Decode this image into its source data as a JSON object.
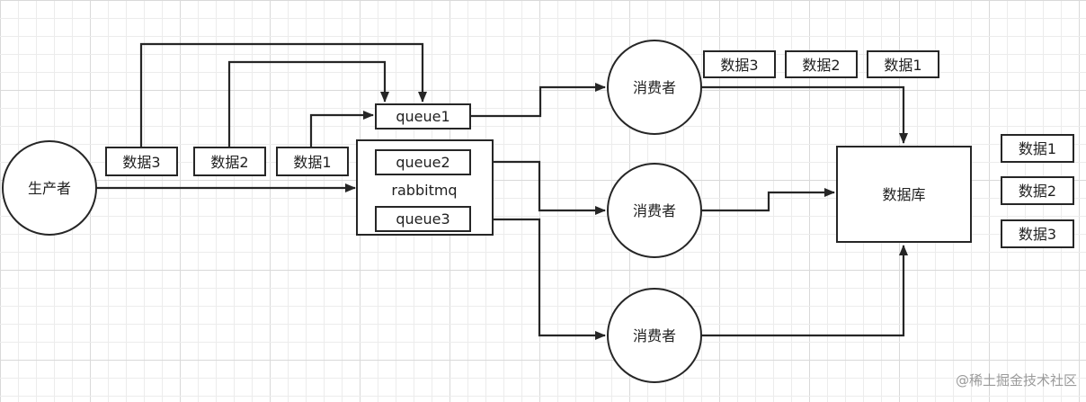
{
  "producer": {
    "label": "生产者"
  },
  "broker": {
    "label": "rabbitmq"
  },
  "queues": [
    {
      "label": "queue1"
    },
    {
      "label": "queue2"
    },
    {
      "label": "queue3"
    }
  ],
  "producer_messages": [
    {
      "label": "数据3"
    },
    {
      "label": "数据2"
    },
    {
      "label": "数据1"
    }
  ],
  "consumers": [
    {
      "label": "消费者"
    },
    {
      "label": "消费者"
    },
    {
      "label": "消费者"
    }
  ],
  "consumer_messages": [
    {
      "label": "数据3"
    },
    {
      "label": "数据2"
    },
    {
      "label": "数据1"
    }
  ],
  "database": {
    "label": "数据库"
  },
  "database_messages": [
    {
      "label": "数据1"
    },
    {
      "label": "数据2"
    },
    {
      "label": "数据3"
    }
  ],
  "watermark": {
    "text": "@稀土掘金技术社区"
  }
}
